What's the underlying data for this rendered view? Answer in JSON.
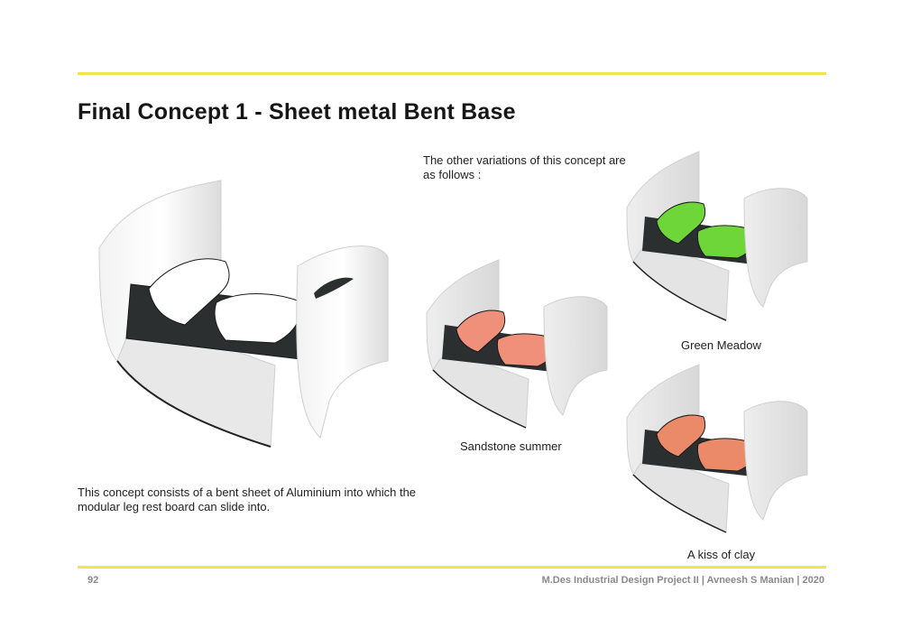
{
  "header": {
    "title": "Final Concept 1 - Sheet metal Bent Base",
    "accent_color": "#f2e44a"
  },
  "intro_text": "The other variations of this concept are as follows :",
  "description": "This concept consists of a bent sheet of Aluminium into which the modular leg rest board can slide into.",
  "main_concept": {
    "seat_color": "#ffffff"
  },
  "variations": [
    {
      "name": "Green Meadow",
      "seat_color": "#6fd63a"
    },
    {
      "name": "Sandstone summer",
      "seat_color": "#f0907a"
    },
    {
      "name": "A kiss of clay",
      "seat_color": "#ea8a68"
    }
  ],
  "footer": {
    "page_number": "92",
    "credit": "M.Des Industrial Design Project II | Avneesh S Manian | 2020"
  }
}
